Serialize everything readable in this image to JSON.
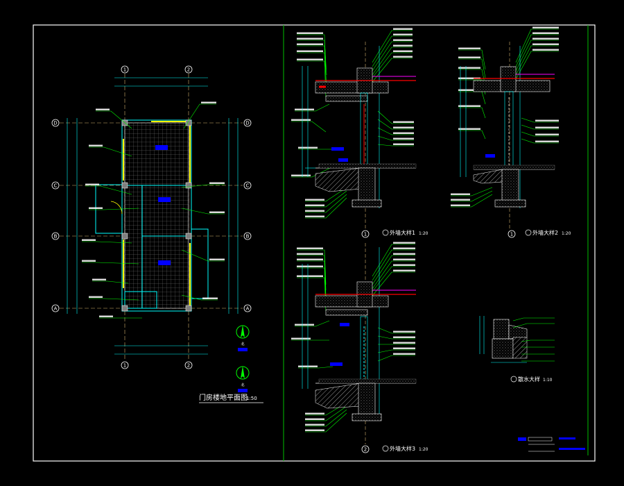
{
  "colors": {
    "background": "#000000",
    "frame": "#ffffff",
    "divider": "#00c000",
    "dimension": "#00ffff",
    "leader": "#00ff00",
    "wall": "#ffff00",
    "tile_grid": "#7f7f7f",
    "annotation_block": "#0000ff",
    "pier_hatch": "#7f7f7f",
    "axis_line": "#d6b56f",
    "magenta": "#ff00ff",
    "red": "#ff0000"
  },
  "plan": {
    "title": "门房楼地平面图",
    "scale": "1:50",
    "grid_top": [
      "1",
      "2"
    ],
    "grid_bottom": [
      "1",
      "2"
    ],
    "grid_left": [
      "D",
      "C",
      "B",
      "A"
    ],
    "grid_right": [
      "D",
      "C",
      "B",
      "A"
    ]
  },
  "north_arrows": [
    {
      "label": "北",
      "name": "north-arrow-top-icon"
    },
    {
      "label": "北",
      "name": "north-arrow-bottom-icon"
    }
  ],
  "details": [
    {
      "title": "外墙大样1",
      "scale": "1:20",
      "axis": "1"
    },
    {
      "title": "外墙大样2",
      "scale": "1:20",
      "axis": "1"
    },
    {
      "title": "外墙大样3",
      "scale": "1:20",
      "axis": "2"
    },
    {
      "title": "散水大样",
      "scale": "1:10",
      "axis": ""
    }
  ]
}
